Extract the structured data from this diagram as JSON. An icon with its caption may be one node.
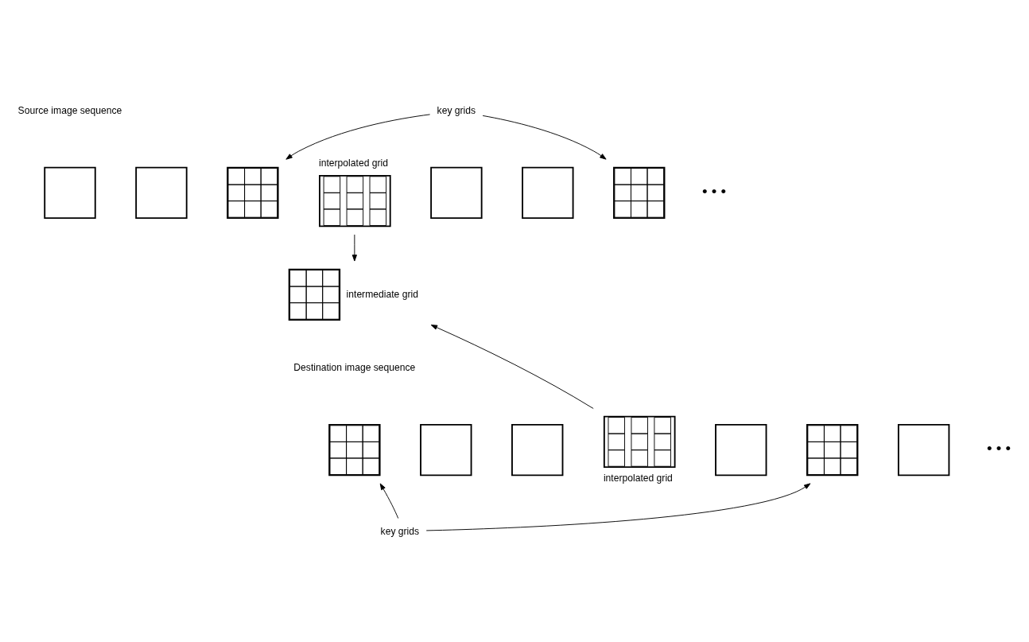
{
  "diagram": {
    "nodes": [
      {
        "text": [
          "key grids"
        ]
      },
      {
        "text": [],
        "shape": "box"
      },
      {
        "text": [],
        "shape": "box"
      },
      {
        "text": [],
        "shape": "picture"
      },
      {
        "text": [],
        "shape": "picture",
        "beside": [
          "interpolated grid"
        ]
      },
      {
        "text": [],
        "shape": "box"
      },
      {
        "text": [],
        "shape": "box"
      },
      {
        "text": [],
        "shape": "picture"
      },
      {
        "text": [],
        "shape": "picture",
        "beside": [
          "intermediate grid"
        ]
      },
      {
        "text": [],
        "shape": "picture"
      },
      {
        "text": [],
        "shape": "box"
      },
      {
        "text": [],
        "shape": "box"
      },
      {
        "text": [],
        "shape": "picture",
        "beside": [
          "interpolated grid"
        ]
      },
      {
        "text": [],
        "shape": "box"
      },
      {
        "text": [],
        "shape": "picture"
      },
      {
        "text": [],
        "shape": "box"
      },
      {
        "text": [
          "key grids"
        ]
      }
    ],
    "edges": [
      {
        "from": 0,
        "to": 3,
        "arrow": "to"
      },
      {
        "from": 0,
        "to": 7,
        "arrow": "to"
      },
      {
        "from": 4,
        "to": 8,
        "arrow": "to"
      },
      {
        "from": 12,
        "to": 8,
        "arrow": "to"
      },
      {
        "from": 16,
        "to": 9,
        "arrow": "to"
      },
      {
        "from": 16,
        "to": 14,
        "arrow": "to"
      }
    ],
    "labels": [
      "Source image sequence",
      "• • •",
      "Destination image sequence",
      "• • •"
    ]
  }
}
